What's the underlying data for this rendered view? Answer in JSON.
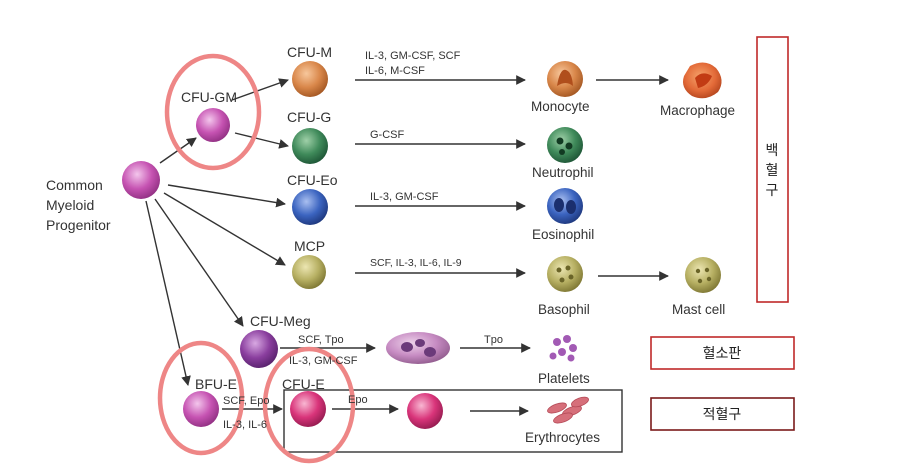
{
  "progenitor": {
    "label_line1": "Common",
    "label_line2": "Myeloid",
    "label_line3": "Progenitor"
  },
  "cells": {
    "cfu_gm": "CFU-GM",
    "cfu_m": "CFU-M",
    "cfu_g": "CFU-G",
    "cfu_eo": "CFU-Eo",
    "mcp": "MCP",
    "cfu_meg": "CFU-Meg",
    "bfu_e": "BFU-E",
    "cfu_e": "CFU-E"
  },
  "mature": {
    "monocyte": "Monocyte",
    "macrophage": "Macrophage",
    "neutrophil": "Neutrophil",
    "eosinophil": "Eosinophil",
    "basophil": "Basophil",
    "mast_cell": "Mast cell",
    "platelets": "Platelets",
    "erythrocytes": "Erythrocytes"
  },
  "factors": {
    "m_line1": "IL-3, GM-CSF, SCF",
    "m_line2": "IL-6, M-CSF",
    "g": "G-CSF",
    "eo": "IL-3, GM-CSF",
    "mcp": "SCF, IL-3, IL-6, IL-9",
    "meg_line1": "SCF, Tpo",
    "meg_line2": "IL-3, GM-CSF",
    "tpo": "Tpo",
    "bfu_line1": "SCF, Epo",
    "bfu_line2": "IL-3, IL-6",
    "epo": "Epo"
  },
  "korean_labels": {
    "wbc_1": "백",
    "wbc_2": "혈",
    "wbc_3": "구",
    "platelet": "혈소판",
    "rbc": "적혈구"
  },
  "colors": {
    "cfu_m": "#d9874a",
    "cfu_g": "#3f8a5a",
    "cfu_eo": "#3b64c0",
    "mcp": "#b7b063",
    "progenitor": "#c653b2",
    "erythroid": "#d9347a",
    "highlight_ring": "#ee8686",
    "box_red": "#c02a2a",
    "box_dark": "#7b1a1a"
  }
}
